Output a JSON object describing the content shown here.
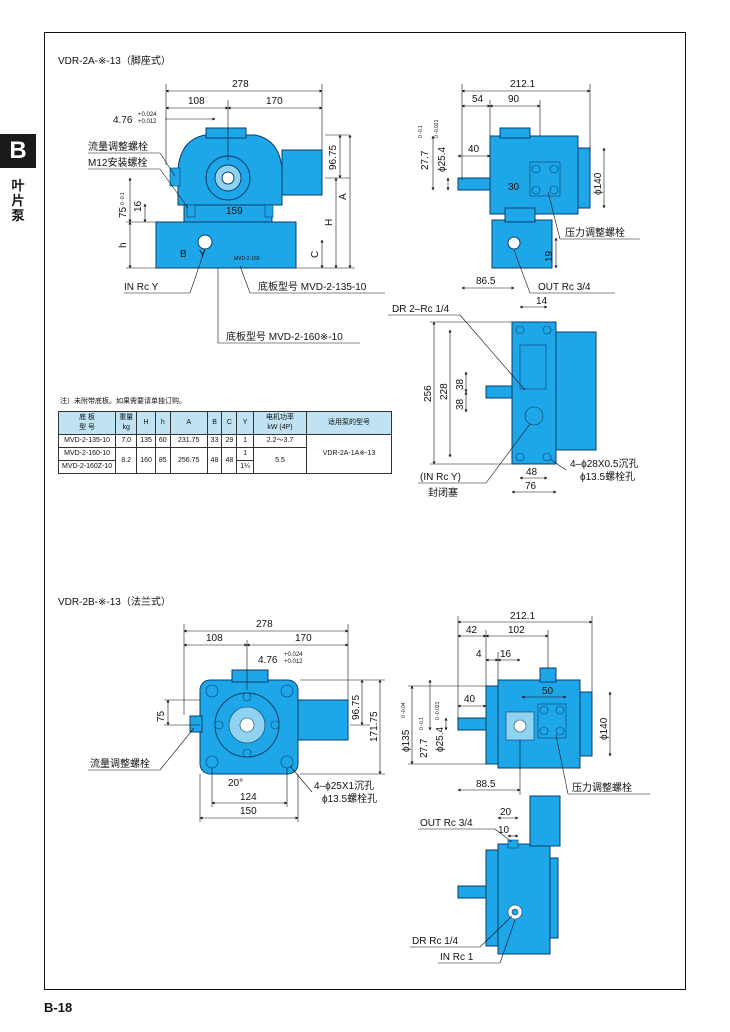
{
  "sidebar": {
    "letter": "B",
    "vertical": [
      "叶",
      "片",
      "泵"
    ]
  },
  "page_number": "B-18",
  "colors": {
    "pump_fill": "#1ea7e8",
    "pump_stroke": "#0a3d6b",
    "table_header": "#bfe3f2"
  },
  "top": {
    "title": "VDR-2A-※-13（脚座式）",
    "front": {
      "dim_overall": "278",
      "dim_left": "108",
      "dim_right": "170",
      "tol": "4.76",
      "tol_upper": "+0.024",
      "tol_lower": "+0.012",
      "dim_height": "96.75",
      "dim_bottom": "159",
      "dim_75": "75",
      "dim_75_tol": "0  -0.1",
      "dim_16": "16",
      "label_flow": "流量调整螺栓",
      "label_m12": "M12安装螺栓",
      "label_h": "h",
      "label_H": "H",
      "label_A": "A",
      "label_C": "C",
      "label_B": "B",
      "label_Y": "Y",
      "label_in": "IN  Rc Y",
      "label_base1": "底板型号   MVD-2-135-10",
      "label_base2": "底板型号   MVD-2-160※-10",
      "base_text": "MVD-2-160"
    },
    "side": {
      "dim_overall": "212.1",
      "dim_54": "54",
      "dim_90": "90",
      "dim_40": "40",
      "dim_30": "30",
      "dim_277": "27.7",
      "dim_277_tol": "0 -0.1",
      "dim_254": "ϕ25.4",
      "dim_254_tol": "0 -0.021",
      "dim_140": "ϕ140",
      "dim_19": "19",
      "dim_865": "86.5",
      "label_pressure": "压力调整螺栓",
      "label_out": "OUT  Rc 3/4"
    },
    "base_view": {
      "label_dr": "DR  2–Rc 1/4",
      "dim_14": "14",
      "dim_256": "256",
      "dim_228": "228",
      "dim_38a": "38",
      "dim_38b": "38",
      "dim_48": "48",
      "dim_76": "76",
      "label_in": "(IN  Rc Y)",
      "label_plug": "封闭塞",
      "label_holes1": "4–ϕ28X0.5沉孔",
      "label_holes2": "ϕ13.5螺栓孔"
    },
    "note": "注）未附带底板。如果需要请单独订购。",
    "table": {
      "headers": [
        "底    板\n型    号",
        "重量\nkg",
        "H",
        "h",
        "A",
        "B",
        "C",
        "Y",
        "电机功率\nkW (4P)",
        "适用泵的型号"
      ],
      "rows": [
        [
          "MVD-2-135-10",
          "7.0",
          "135",
          "60",
          "231.75",
          "33",
          "29",
          "1",
          "2.2〜3.7"
        ],
        [
          "MVD-2-160-10",
          "8.2",
          "160",
          "85",
          "256.75",
          "48",
          "48",
          "1",
          "5.5"
        ],
        [
          "MVD-2-160Z-10",
          "",
          "",
          "",
          "",
          "",
          "",
          "1¼",
          ""
        ]
      ],
      "pump_model": "VDR-2A-1A※-13"
    }
  },
  "bottom": {
    "title": "VDR-2B-※-13（法兰式）",
    "front": {
      "dim_overall": "278",
      "dim_left": "108",
      "dim_right": "170",
      "tol": "4.76",
      "tol_upper": "+0.024",
      "tol_lower": "+0.012",
      "dim_9675": "96.75",
      "dim_17175": "171.75",
      "dim_75": "75",
      "dim_20": "20°",
      "dim_124": "124",
      "dim_150": "150",
      "label_flow": "流量调整螺栓",
      "label_holes1": "4–ϕ25X1沉孔",
      "label_holes2": "ϕ13.5螺栓孔"
    },
    "side": {
      "dim_overall": "212.1",
      "dim_42": "42",
      "dim_102": "102",
      "dim_4": "4",
      "dim_16": "16",
      "dim_40": "40",
      "dim_50": "50",
      "dim_135": "ϕ135",
      "dim_135_tol": "0 -0.04",
      "dim_277": "27.7",
      "dim_277_tol": "0 -0.1",
      "dim_254": "ϕ25.4",
      "dim_254_tol": "0 -0.021",
      "dim_140": "ϕ140",
      "dim_885": "88.5",
      "label_pressure": "压力调整螺栓"
    },
    "rear": {
      "label_out": "OUT  Rc 3/4",
      "dim_20": "20",
      "dim_10": "10",
      "label_dr": "DR  Rc 1/4",
      "label_in": "IN  Rc 1"
    }
  }
}
